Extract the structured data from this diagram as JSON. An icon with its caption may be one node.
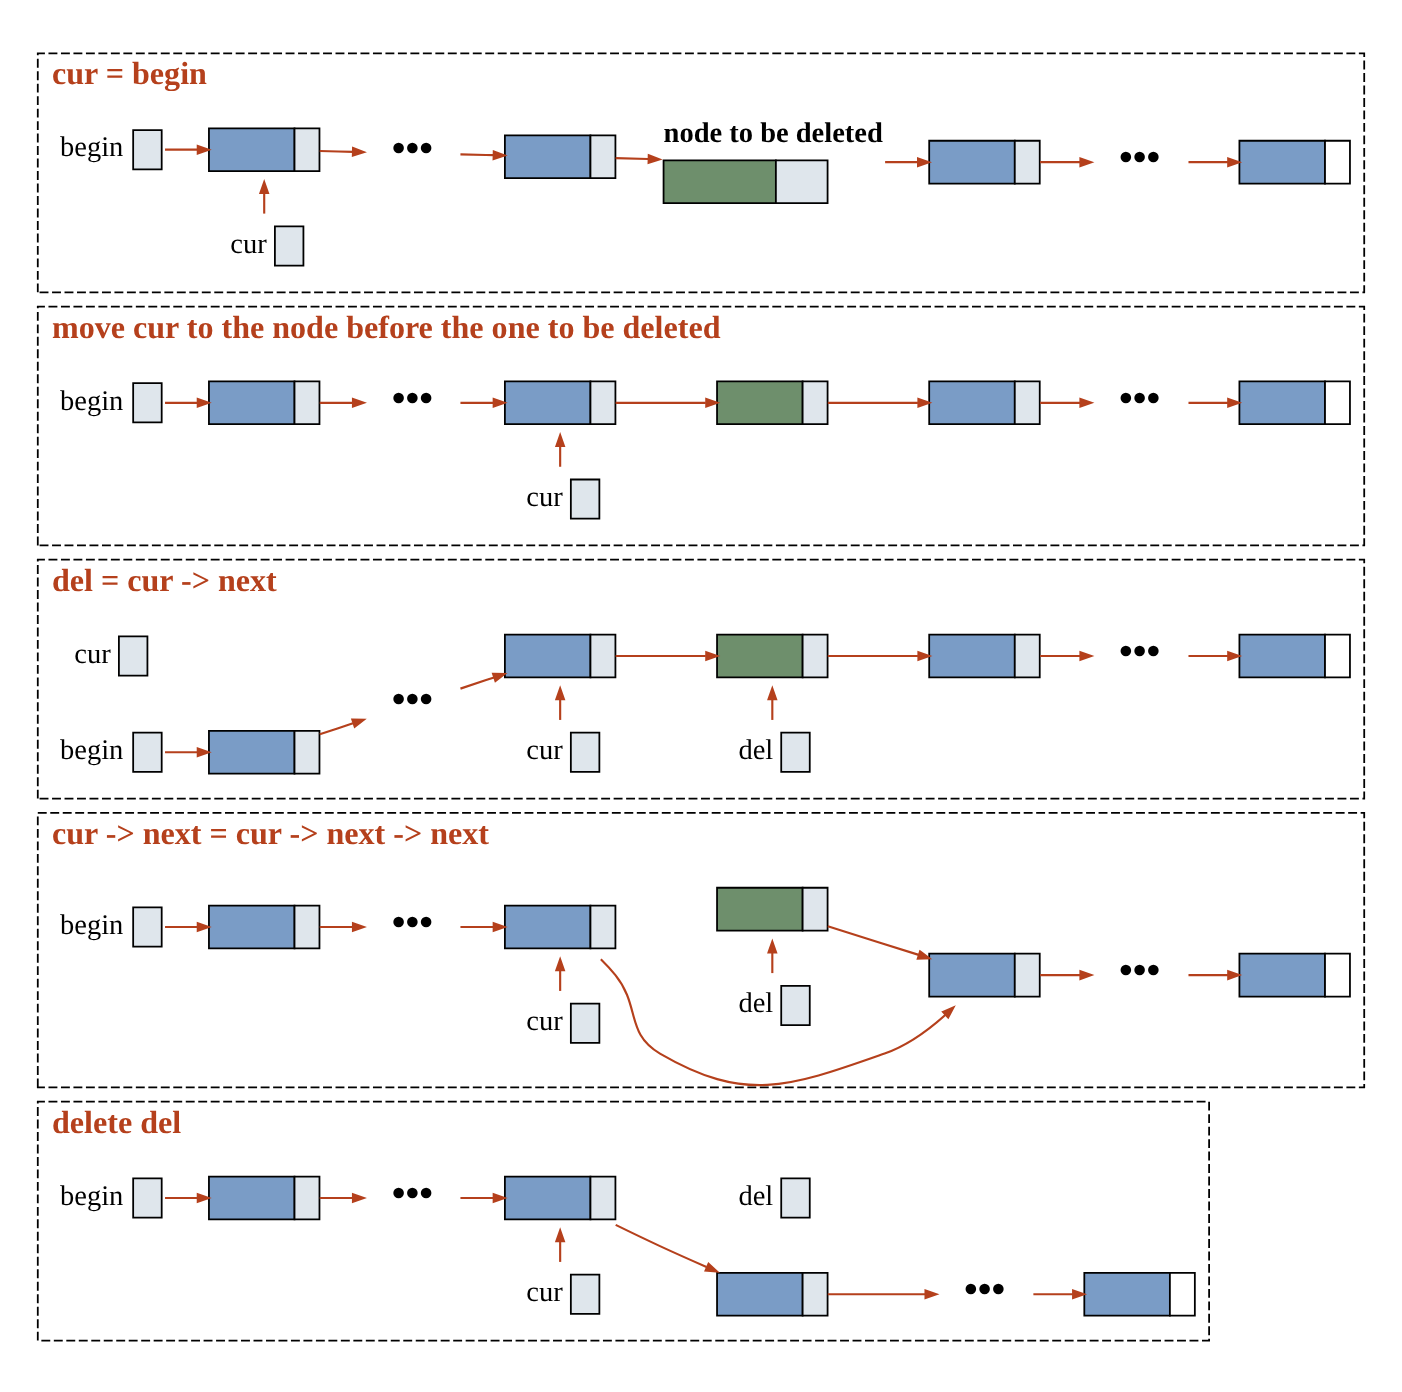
{
  "diagram": {
    "nodes": [
      {
        "text": [
          "cur = begin"
        ]
      },
      {
        "text": [],
        "shape": "box",
        "beside": [
          "cur"
        ],
        "in": 0
      },
      {
        "text": [],
        "shape": "box",
        "beside": [
          "begin"
        ],
        "in": 0
      },
      {
        "text": [],
        "shape": "box",
        "in": 0
      },
      {
        "text": [
          "•••"
        ],
        "in": 0
      },
      {
        "text": [],
        "shape": "box",
        "in": 0
      },
      {
        "text": [],
        "shape": "box",
        "beside": [
          "node to be deleted"
        ],
        "in": 0
      },
      {
        "text": [],
        "shape": "box",
        "in": 0
      },
      {
        "text": [
          "•••"
        ],
        "in": 0
      },
      {
        "text": [],
        "shape": "box",
        "in": 0
      },
      {
        "text": [
          "move cur to the node before the one to be deleted"
        ]
      },
      {
        "text": [],
        "shape": "box",
        "beside": [
          "cur"
        ],
        "in": 10
      },
      {
        "text": [],
        "shape": "box",
        "beside": [
          "begin"
        ],
        "in": 10
      },
      {
        "text": [],
        "shape": "box",
        "in": 10
      },
      {
        "text": [
          "•••"
        ],
        "in": 10
      },
      {
        "text": [],
        "shape": "box",
        "in": 10
      },
      {
        "text": [],
        "shape": "box",
        "in": 10
      },
      {
        "text": [],
        "shape": "box",
        "in": 10
      },
      {
        "text": [
          "•••"
        ],
        "in": 10
      },
      {
        "text": [],
        "shape": "box",
        "in": 10
      },
      {
        "text": [
          "del = cur -> next"
        ]
      },
      {
        "text": [],
        "shape": "box",
        "beside": [
          "cur"
        ],
        "in": 20
      },
      {
        "text": [],
        "shape": "box",
        "beside": [
          "begin"
        ],
        "in": 20
      },
      {
        "text": [],
        "shape": "box",
        "in": 20
      },
      {
        "text": [
          "•••"
        ],
        "in": 20
      },
      {
        "text": [],
        "shape": "box",
        "in": 20
      },
      {
        "text": [],
        "shape": "box",
        "in": 20
      },
      {
        "text": [],
        "shape": "box",
        "in": 20
      },
      {
        "text": [
          "•••"
        ],
        "in": 20
      },
      {
        "text": [],
        "shape": "box",
        "in": 20
      },
      {
        "text": [],
        "shape": "box",
        "beside": [
          "cur"
        ],
        "in": 20
      },
      {
        "text": [],
        "shape": "box",
        "beside": [
          "del"
        ],
        "in": 20
      },
      {
        "text": [
          "cur -> next = cur -> next -> next"
        ]
      },
      {
        "text": [],
        "shape": "box",
        "beside": [
          "cur"
        ],
        "in": 32
      },
      {
        "text": [],
        "shape": "box",
        "beside": [
          "begin"
        ],
        "in": 32
      },
      {
        "text": [],
        "shape": "box",
        "in": 32
      },
      {
        "text": [
          "•••"
        ],
        "in": 32
      },
      {
        "text": [],
        "shape": "box",
        "in": 32
      },
      {
        "text": [],
        "shape": "box",
        "in": 32
      },
      {
        "text": [],
        "shape": "box",
        "in": 32
      },
      {
        "text": [
          "•••"
        ],
        "in": 32
      },
      {
        "text": [],
        "shape": "box",
        "in": 32
      },
      {
        "text": [],
        "shape": "box",
        "beside": [
          "del"
        ],
        "in": 32
      },
      {
        "text": [
          "delete del"
        ]
      },
      {
        "text": [],
        "shape": "box",
        "beside": [
          "cur"
        ],
        "in": 43
      },
      {
        "text": [],
        "shape": "box",
        "beside": [
          "begin"
        ],
        "in": 43
      },
      {
        "text": [],
        "shape": "box",
        "in": 43
      },
      {
        "text": [
          "•••"
        ],
        "in": 43
      },
      {
        "text": [],
        "shape": "box",
        "in": 43
      },
      {
        "text": [],
        "shape": "box",
        "in": 43
      },
      {
        "text": [
          "•••"
        ],
        "in": 43
      },
      {
        "text": [],
        "shape": "box",
        "in": 43
      },
      {
        "text": [],
        "shape": "box",
        "beside": [
          "del"
        ],
        "in": 43
      }
    ],
    "edges": [
      {
        "from": 1,
        "to": 3,
        "arrow": "to"
      },
      {
        "from": 2,
        "to": 3,
        "arrow": "to"
      },
      {
        "from": 3,
        "to": 4,
        "arrow": "to"
      },
      {
        "from": 4,
        "to": 5,
        "arrow": "to"
      },
      {
        "from": 5,
        "to": 6,
        "arrow": "to"
      },
      {
        "from": 6,
        "to": 7,
        "arrow": "to"
      },
      {
        "from": 7,
        "to": 8,
        "arrow": "to"
      },
      {
        "from": 8,
        "to": 9,
        "arrow": "to"
      },
      {
        "from": 11,
        "to": 15,
        "arrow": "to"
      },
      {
        "from": 12,
        "to": 13,
        "arrow": "to"
      },
      {
        "from": 13,
        "to": 14,
        "arrow": "to"
      },
      {
        "from": 14,
        "to": 15,
        "arrow": "to"
      },
      {
        "from": 15,
        "to": 16,
        "arrow": "to"
      },
      {
        "from": 16,
        "to": 17,
        "arrow": "to"
      },
      {
        "from": 17,
        "to": 18,
        "arrow": "to"
      },
      {
        "from": 18,
        "to": 19,
        "arrow": "to"
      },
      {
        "from": 21,
        "to": 25,
        "arrow": "to"
      },
      {
        "from": 22,
        "to": 23,
        "arrow": "to"
      },
      {
        "from": 23,
        "to": 24,
        "arrow": "to"
      },
      {
        "from": 24,
        "to": 25,
        "arrow": "to"
      },
      {
        "from": 25,
        "to": 26,
        "arrow": "to"
      },
      {
        "from": 26,
        "to": 27,
        "arrow": "to"
      },
      {
        "from": 27,
        "to": 28,
        "arrow": "to"
      },
      {
        "from": 28,
        "to": 29,
        "arrow": "to"
      },
      {
        "from": 31,
        "to": 26,
        "arrow": "to"
      },
      {
        "from": 33,
        "to": 37,
        "arrow": "to"
      },
      {
        "from": 34,
        "to": 35,
        "arrow": "to"
      },
      {
        "from": 35,
        "to": 36,
        "arrow": "to"
      },
      {
        "from": 36,
        "to": 37,
        "arrow": "to"
      },
      {
        "from": 37,
        "to": 39,
        "arrow": "to"
      },
      {
        "from": 38,
        "to": 39,
        "arrow": "to"
      },
      {
        "from": 39,
        "to": 40,
        "arrow": "to"
      },
      {
        "from": 40,
        "to": 41,
        "arrow": "to"
      },
      {
        "from": 42,
        "to": 38,
        "arrow": "to"
      },
      {
        "from": 44,
        "to": 48,
        "arrow": "to"
      },
      {
        "from": 45,
        "to": 46,
        "arrow": "to"
      },
      {
        "from": 46,
        "to": 47,
        "arrow": "to"
      },
      {
        "from": 47,
        "to": 48,
        "arrow": "to"
      },
      {
        "from": 48,
        "to": 49,
        "arrow": "to"
      },
      {
        "from": 49,
        "to": 50,
        "arrow": "to"
      },
      {
        "from": 50,
        "to": 51,
        "arrow": "to"
      }
    ]
  }
}
